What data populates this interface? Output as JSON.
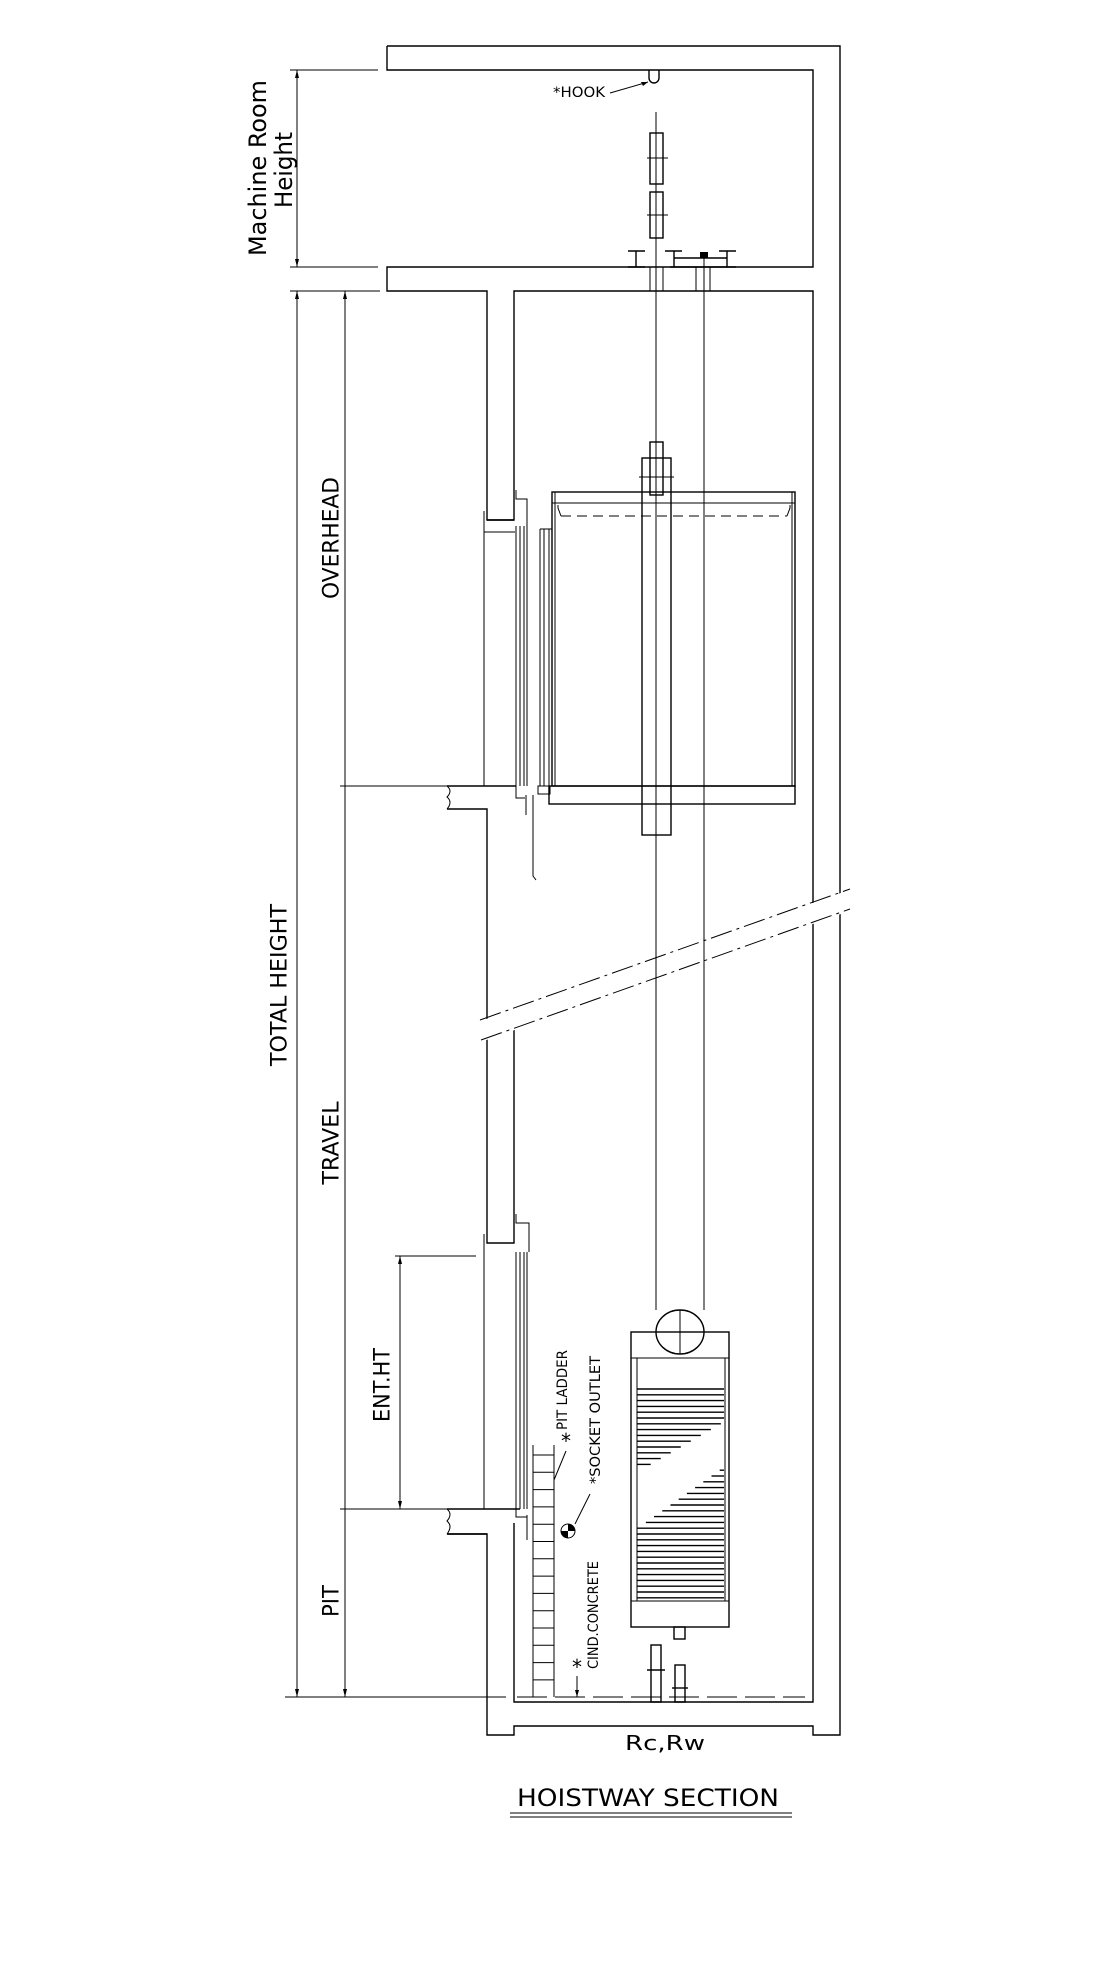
{
  "title": "HOISTWAY SECTION",
  "labels": {
    "machine_room": "Machine Room",
    "height": "Height",
    "hook": "*HOOK",
    "overhead": "OVERHEAD",
    "total_height": "TOTAL HEIGHT",
    "travel": "TRAVEL",
    "ent_ht": "ENT.HT",
    "pit": "PIT",
    "pit_ladder": "PIT LADDER",
    "socket_outlet": "*SOCKET OUTLET",
    "cind_concrete": "CIND.CONCRETE",
    "asterisk": "*",
    "rc_rw": "Rc,Rw"
  },
  "colors": {
    "line": "#000000",
    "background": "#ffffff"
  }
}
